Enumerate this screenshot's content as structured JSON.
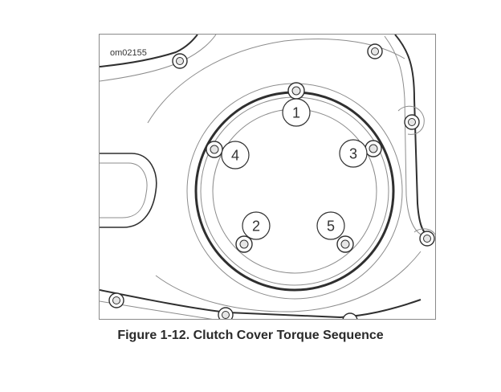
{
  "figure": {
    "id": "om02155",
    "caption": "Figure 1-12. Clutch Cover Torque Sequence",
    "sequence_labels": [
      "1",
      "2",
      "3",
      "4",
      "5"
    ]
  },
  "colors": {
    "line": "#2f2f2f",
    "light_line": "#8c8c8c",
    "bolt_fill": "#e6e6e6",
    "border": "#8a8a8a"
  }
}
